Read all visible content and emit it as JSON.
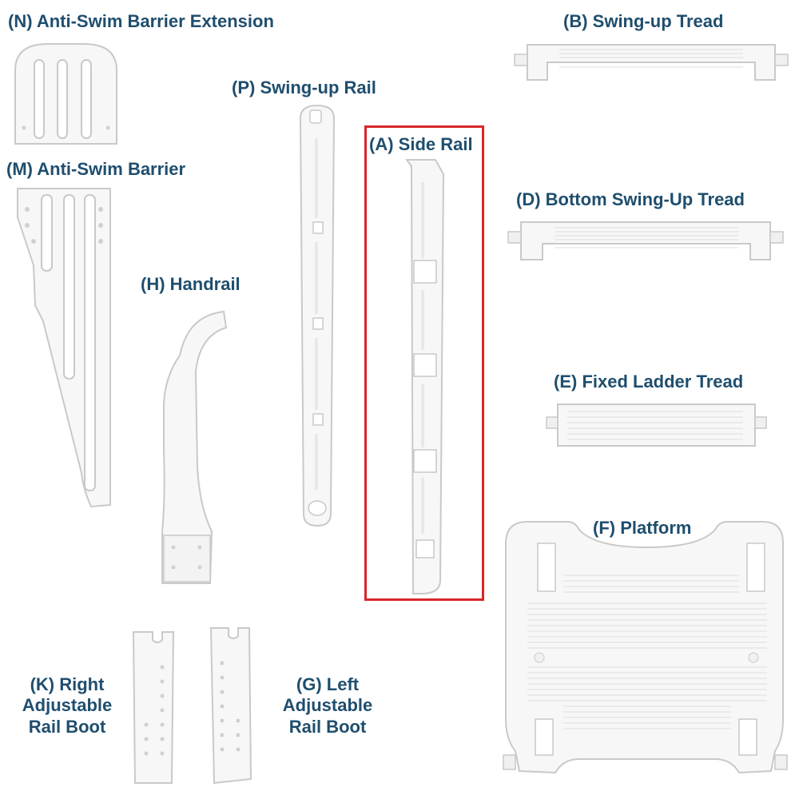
{
  "parts": {
    "anti_swim_extension": {
      "label": "(N) Anti-Swim Barrier Extension"
    },
    "anti_swim_barrier": {
      "label": "(M) Anti-Swim Barrier"
    },
    "handrail": {
      "label": "(H) Handrail"
    },
    "swing_up_rail": {
      "label": "(P) Swing-up Rail"
    },
    "side_rail": {
      "label": "(A) Side Rail",
      "highlighted": true
    },
    "swing_up_tread": {
      "label": "(B) Swing-up Tread"
    },
    "bottom_swing_up_tread": {
      "label": "(D) Bottom Swing-Up Tread"
    },
    "fixed_ladder_tread": {
      "label": "(E) Fixed Ladder Tread"
    },
    "platform": {
      "label": "(F) Platform"
    },
    "right_rail_boot": {
      "label_lines": [
        "(K) Right",
        "Adjustable",
        "Rail Boot"
      ]
    },
    "left_rail_boot": {
      "label_lines": [
        "(G) Left",
        "Adjustable",
        "Rail Boot"
      ]
    }
  },
  "colors": {
    "label": "#1f4e6e",
    "highlight_border": "#d9262b",
    "part_fill": "#f7f7f7",
    "part_stroke": "#c9c9c9"
  }
}
